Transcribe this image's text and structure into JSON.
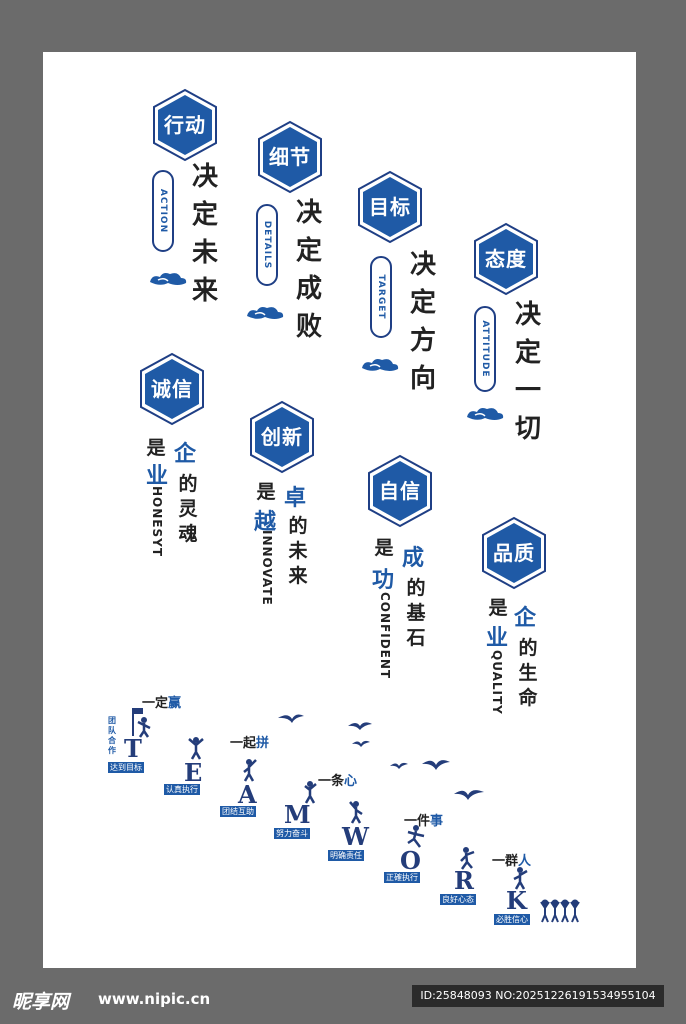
{
  "hexagons": {
    "h1": {
      "label": "行动"
    },
    "h2": {
      "label": "细节"
    },
    "h3": {
      "label": "目标"
    },
    "h4": {
      "label": "态度"
    },
    "h5": {
      "label": "诚信"
    },
    "h6": {
      "label": "创新"
    },
    "h7": {
      "label": "自信"
    },
    "h8": {
      "label": "品质"
    }
  },
  "pills": {
    "p1": "ACTION",
    "p2": "DETAILS",
    "p3": "TARGET",
    "p4": "ATTITUDE"
  },
  "slogans": {
    "s1": "决定未来",
    "s2": "决定成败",
    "s3": "决定方向",
    "s4": "决定一切"
  },
  "values": {
    "v1": {
      "a": "是",
      "b": "企",
      "c": "业",
      "d": "的灵魂",
      "en": "HONESYT"
    },
    "v2": {
      "a": "是",
      "b": "卓",
      "c": "越",
      "d": "的未来",
      "en": "INNOVATE"
    },
    "v3": {
      "a": "是",
      "b": "成",
      "c": "功",
      "d": "的基石",
      "en": "CONFIDENT"
    },
    "v4": {
      "a": "是",
      "b": "企",
      "c": "业",
      "d": "的生命",
      "en": "QUALITY"
    }
  },
  "team": {
    "phrase1": {
      "a": "一定",
      "b": "赢"
    },
    "phrase2": {
      "a": "一起",
      "b": "拼"
    },
    "phrase3": {
      "a": "一条",
      "b": "心"
    },
    "phrase4": {
      "a": "一件",
      "b": "事"
    },
    "phrase5": {
      "a": "一群",
      "b": "人"
    },
    "side": "团队合作",
    "letters": [
      "T",
      "E",
      "A",
      "M",
      "W",
      "O",
      "R",
      "K"
    ],
    "tags": [
      "达到目标",
      "认真执行",
      "团结互助",
      "努力奋斗",
      "明确责任",
      "正確执行",
      "良好心态",
      "必胜信心"
    ]
  },
  "footer": {
    "logo": "昵享网",
    "url": "www.nipic.cn",
    "id": "ID:25848093 NO:20251226191534955104"
  },
  "colors": {
    "accent": "#1f5aa6",
    "dark": "#243d7a",
    "gray": "#6b6b6b"
  }
}
